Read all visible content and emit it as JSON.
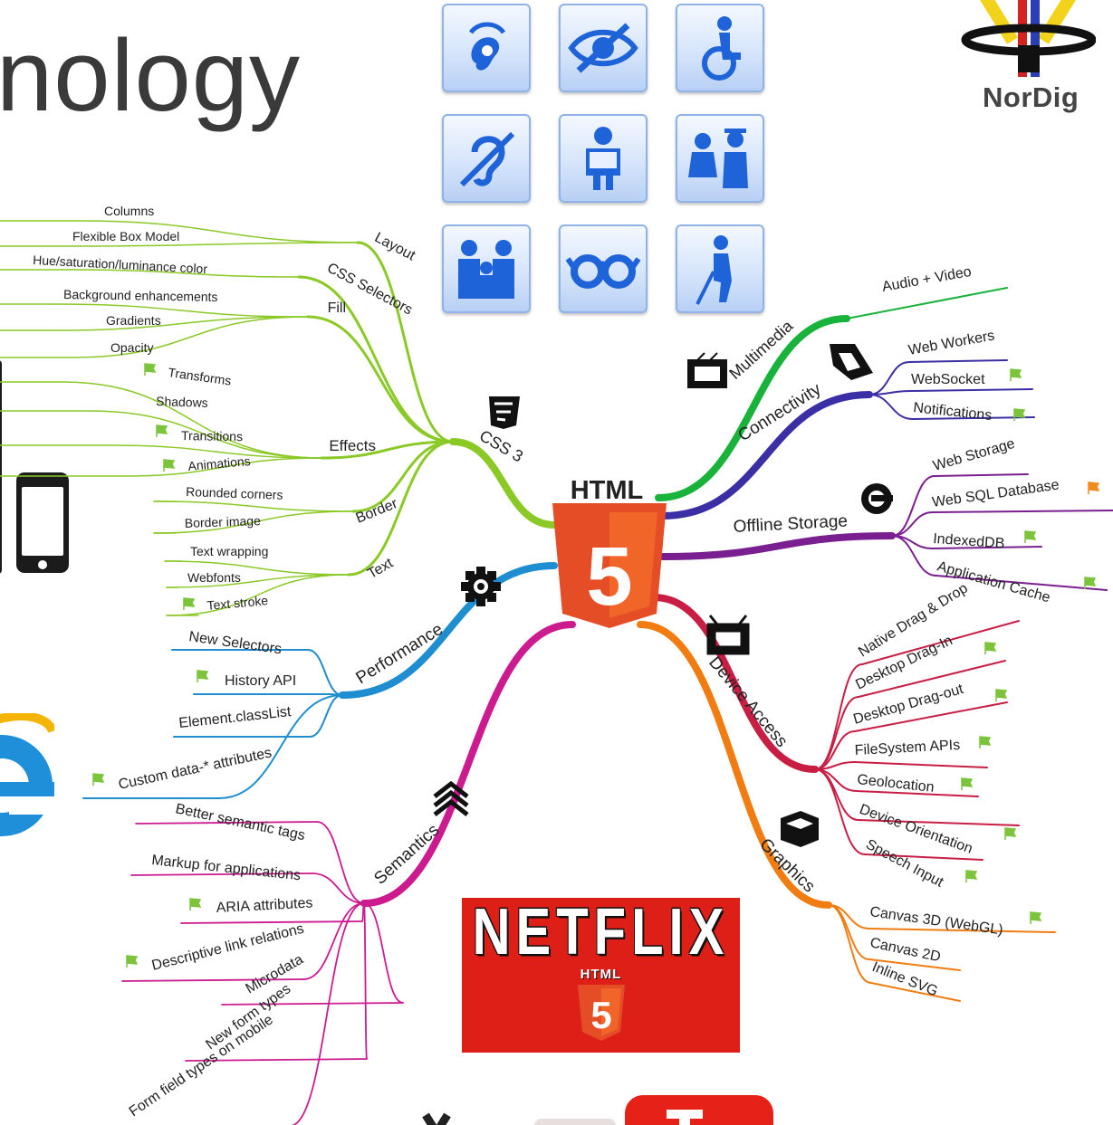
{
  "slide": {
    "title_fragment": "nology",
    "nordig_logo_text": "NorDig",
    "netflix_logo_text": "NETFLIX",
    "netflix_html_text": "HTML"
  },
  "center": {
    "html_label": "HTML",
    "badge_digit": "5"
  },
  "branches": [
    {
      "id": "css3",
      "label": "CSS 3",
      "color": "#8ac926",
      "icon": "css3-icon",
      "subbranches": [
        {
          "label": "Layout",
          "items": [
            {
              "text": "Columns",
              "flag": false
            },
            {
              "text": "Flexible Box Model",
              "flag": false
            }
          ]
        },
        {
          "label": "CSS Selectors",
          "items": [
            {
              "text": "Hue/saturation/luminance color",
              "flag": false
            }
          ]
        },
        {
          "label": "Fill",
          "items": [
            {
              "text": "Background enhancements",
              "flag": false
            },
            {
              "text": "Gradients",
              "flag": false
            },
            {
              "text": "Opacity",
              "flag": false
            }
          ]
        },
        {
          "label": "Effects",
          "items": [
            {
              "text": "Transforms",
              "flag": true
            },
            {
              "text": "Shadows",
              "flag": false
            },
            {
              "text": "Transitions",
              "flag": true
            },
            {
              "text": "Animations",
              "flag": true
            }
          ]
        },
        {
          "label": "Border",
          "items": [
            {
              "text": "Rounded corners",
              "flag": false
            },
            {
              "text": "Border image",
              "flag": false
            }
          ]
        },
        {
          "label": "Text",
          "items": [
            {
              "text": "Text wrapping",
              "flag": false
            },
            {
              "text": "Webfonts",
              "flag": false
            },
            {
              "text": "Text stroke",
              "flag": true
            }
          ]
        }
      ]
    },
    {
      "id": "performance",
      "label": "Performance",
      "color": "#1f8ed0",
      "icon": "gear-icon",
      "items": [
        {
          "text": "New Selectors",
          "flag": false
        },
        {
          "text": "History API",
          "flag": true
        },
        {
          "text": "Element.classList",
          "flag": false
        },
        {
          "text": "Custom data-* attributes",
          "flag": true
        }
      ]
    },
    {
      "id": "semantics",
      "label": "Semantics",
      "color": "#cc1b8f",
      "icon": "chevrons-up-icon",
      "items": [
        {
          "text": "Better semantic tags",
          "flag": false
        },
        {
          "text": "Markup for applications",
          "flag": false
        },
        {
          "text": "ARIA attributes",
          "flag": true
        },
        {
          "text": "Descriptive link relations",
          "flag": true
        },
        {
          "text": "Microdata",
          "flag": false
        },
        {
          "text": "New form types",
          "flag": false
        },
        {
          "text": "Form field types on mobile",
          "flag": false
        }
      ]
    },
    {
      "id": "multimedia",
      "label": "Multimedia",
      "color": "#19b23a",
      "icon": "clapperboard-icon",
      "items": [
        {
          "text": "Audio + Video",
          "flag": false
        }
      ]
    },
    {
      "id": "connectivity",
      "label": "Connectivity",
      "color": "#3b2fa5",
      "icon": "plug-icon",
      "items": [
        {
          "text": "Web Workers",
          "flag": false
        },
        {
          "text": "WebSocket",
          "flag": true
        },
        {
          "text": "Notifications",
          "flag": true
        }
      ]
    },
    {
      "id": "offline",
      "label": "Offline Storage",
      "color": "#7a1f8f",
      "icon": "storage-icon",
      "items": [
        {
          "text": "Web Storage",
          "flag": false
        },
        {
          "text": "Web SQL Database",
          "flag": true,
          "flag_color": "#f28c1c"
        },
        {
          "text": "IndexedDB",
          "flag": true
        },
        {
          "text": "Application Cache",
          "flag": true
        }
      ]
    },
    {
      "id": "device",
      "label": "Device Access",
      "color": "#c81e44",
      "icon": "tv-icon",
      "items": [
        {
          "text": "Native Drag & Drop",
          "flag": false
        },
        {
          "text": "Desktop Drag-In",
          "flag": true
        },
        {
          "text": "Desktop Drag-out",
          "flag": true
        },
        {
          "text": "FileSystem APIs",
          "flag": true
        },
        {
          "text": "Geolocation",
          "flag": true
        },
        {
          "text": "Device Orientation",
          "flag": true
        },
        {
          "text": "Speech Input",
          "flag": true
        }
      ]
    },
    {
      "id": "graphics",
      "label": "Graphics",
      "color": "#f07c12",
      "icon": "cube-icon",
      "items": [
        {
          "text": "Canvas 3D (WebGL)",
          "flag": true
        },
        {
          "text": "Canvas 2D",
          "flag": false
        },
        {
          "text": "Inline SVG",
          "flag": false
        }
      ]
    }
  ],
  "accessibility_icons": [
    "hearing-aid-icon",
    "eye-crossed-icon",
    "wheelchair-icon",
    "ear-crossed-icon",
    "reading-person-icon",
    "two-persons-icon",
    "family-icon",
    "glasses-icon",
    "blind-person-cane-icon"
  ],
  "colors": {
    "flag_green": "#7cc43c",
    "html5_orange": "#e44d26",
    "netflix_red": "#dd1f17"
  }
}
